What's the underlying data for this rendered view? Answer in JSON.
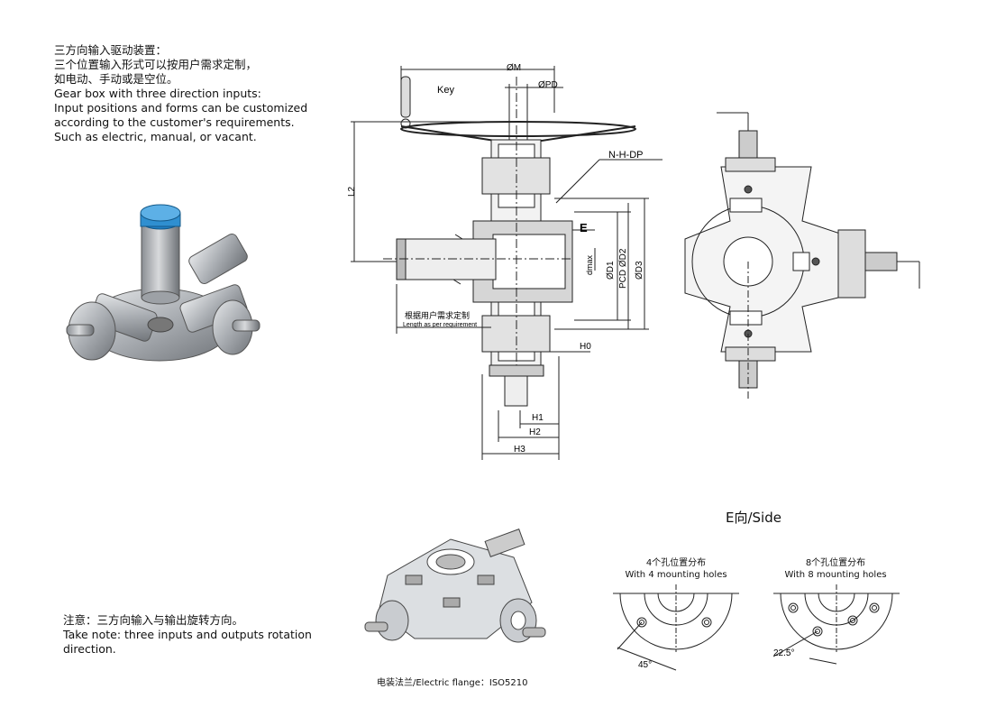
{
  "intro": {
    "cn_title": "三方向输入驱动装置：",
    "cn_line1": "三个位置输入形式可以按用户需求定制，",
    "cn_line2": "如电动、手动或是空位。",
    "en_title": "Gear box with three direction inputs:",
    "en_line1": "Input positions and forms can be customized",
    "en_line2": "according to the customer's requirements.",
    "en_line3": "Such as electric, manual, or vacant."
  },
  "drawing": {
    "dim_m": "ØM",
    "dim_pd": "ØPD",
    "key": "Key",
    "nhdp": "N-H-DP",
    "l2": "L2",
    "e": "E",
    "dmax": "dmax",
    "d1": "ØD1",
    "pcd_d2": "PCD ØD2",
    "d3": "ØD3",
    "custom_cn": "根据用户需求定制",
    "custom_en": "Length as per requirement",
    "h0": "H0",
    "h1": "H1",
    "h2": "H2",
    "h3": "H3"
  },
  "side": {
    "title": "E向/Side",
    "four_cn": "4个孔位置分布",
    "four_en": "With 4 mounting holes",
    "eight_cn": "8个孔位置分布",
    "eight_en": "With 8 mounting holes",
    "angle45": "45°",
    "angle22": "22.5°"
  },
  "note": {
    "cn": "注意：三方向输入与输出旋转方向。",
    "en1": "Take note: three inputs and outputs rotation",
    "en2": "direction."
  },
  "caption": "电装法兰/Electric flange：ISO5210",
  "colors": {
    "shaft_cap": "#2f8fd0",
    "body": "#b9bdc2",
    "line": "#222222"
  }
}
